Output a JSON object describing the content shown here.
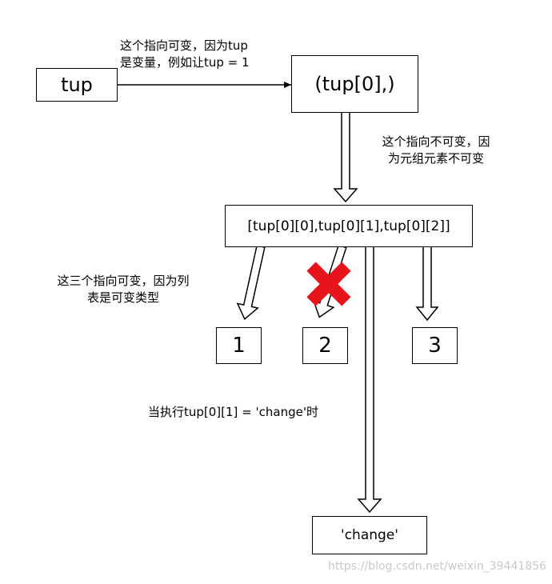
{
  "boxes": {
    "tup": "tup",
    "tuple": "(tup[0],)",
    "list": "[tup[0][0],tup[0][1],tup[0][2]]",
    "val1": "1",
    "val2": "2",
    "val3": "3",
    "change": "'change'"
  },
  "labels": {
    "mutable_ref_line1": "这个指向可变，因为tup",
    "mutable_ref_line2": "是变量，例如让tup = 1",
    "immutable_ref_line1": "这个指向不可变，因",
    "immutable_ref_line2": "为元组元素不可变",
    "list_refs_line1": "这三个指向可变，因为列",
    "list_refs_line2": "表是可变类型",
    "assign_note": "当执行tup[0][1] = 'change'时"
  },
  "watermark": "https://blog.csdn.net/weixin_39441856",
  "colors": {
    "cross": "#e8141c",
    "line": "#000000"
  }
}
